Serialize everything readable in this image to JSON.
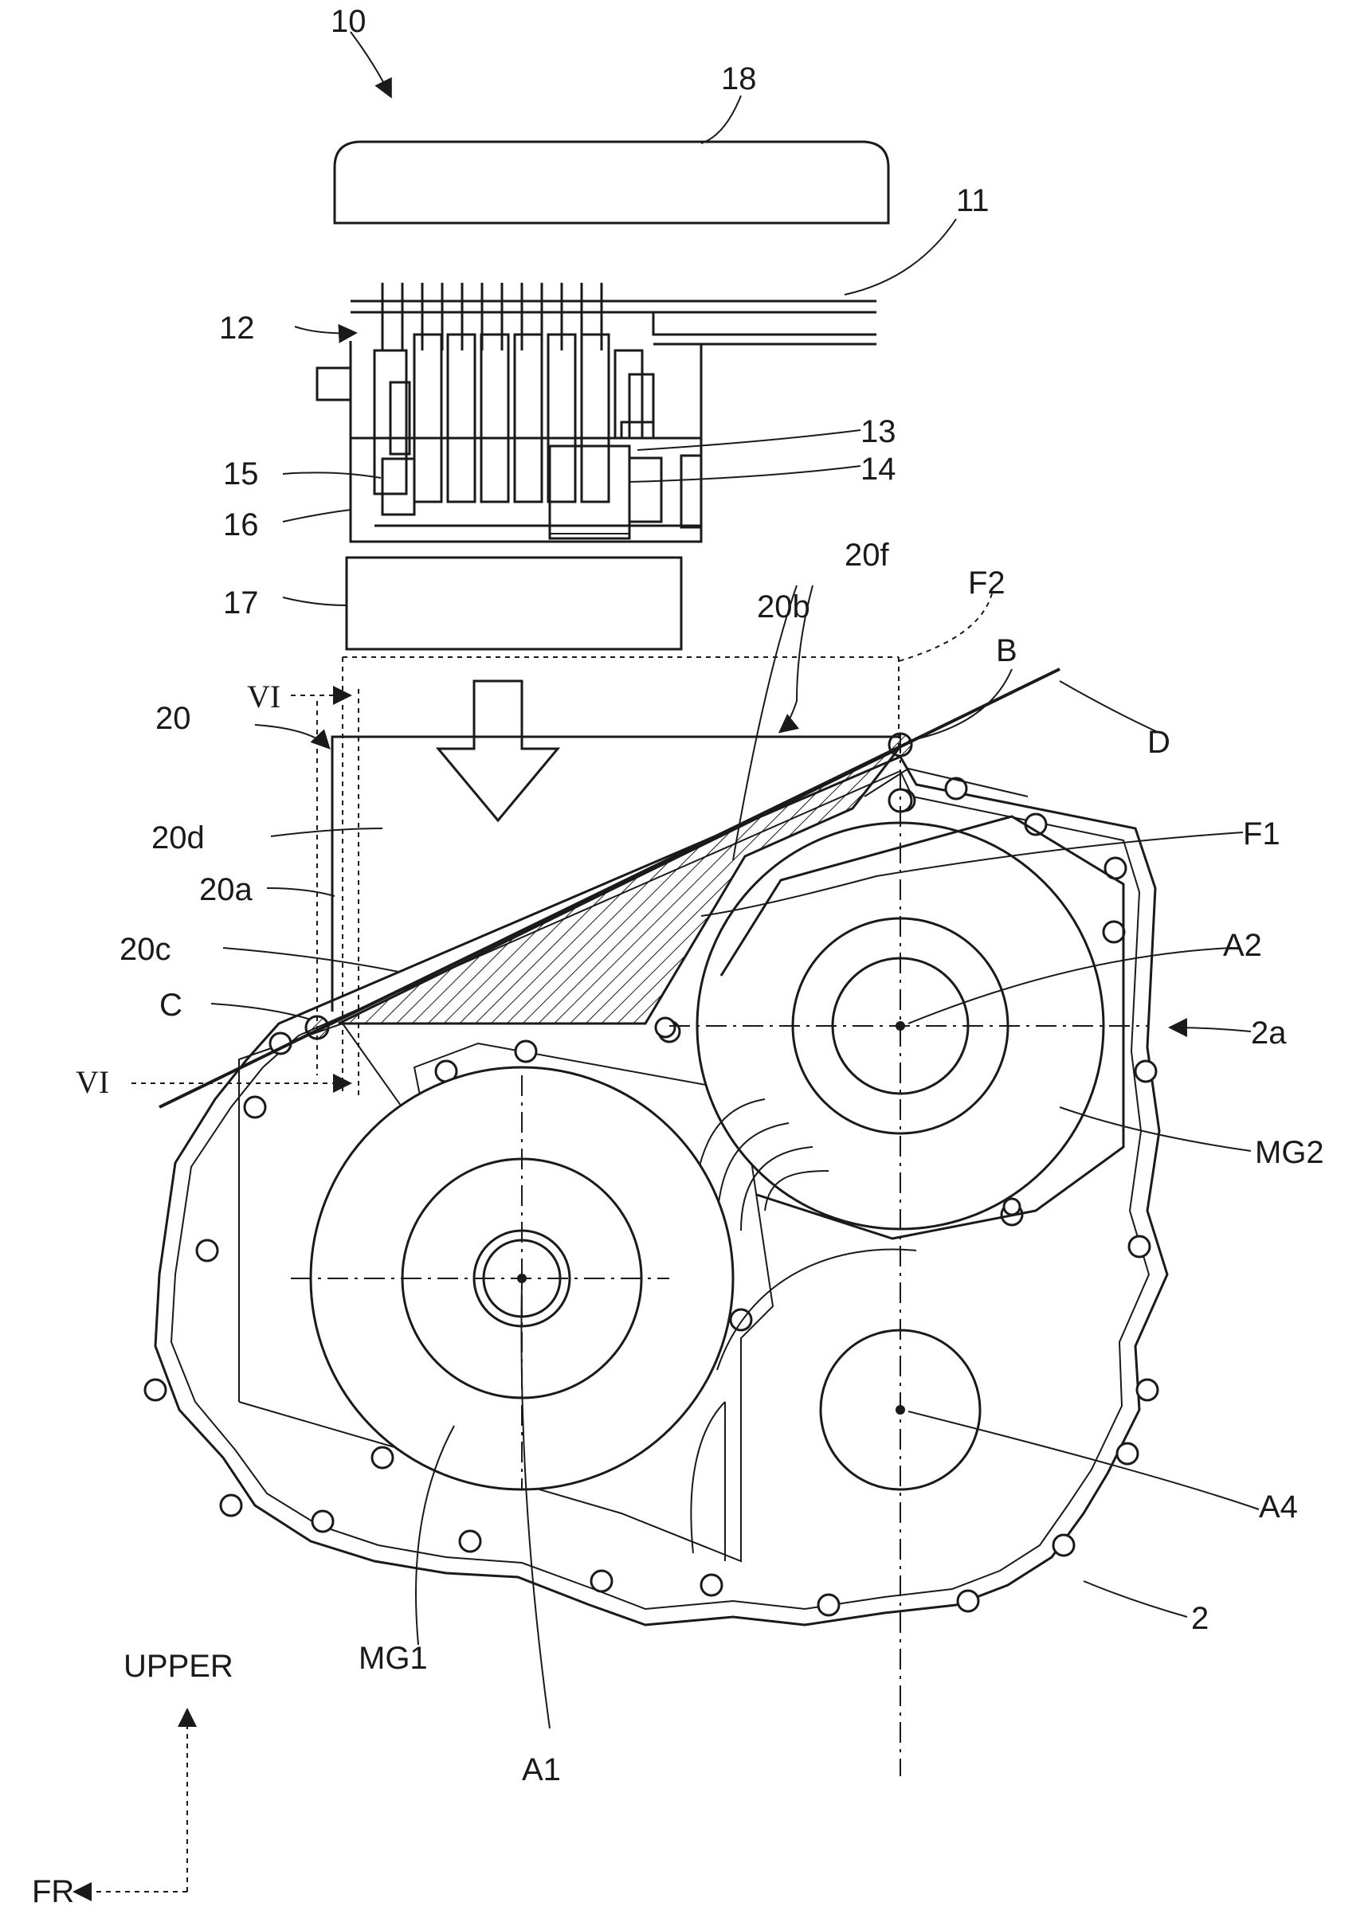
{
  "figure": {
    "labels": {
      "unit": "10",
      "top_cover": "18",
      "bus_bar": "11",
      "module": "12",
      "part_13": "13",
      "part_14": "14",
      "part_15": "15",
      "part_16": "16",
      "base": "17",
      "case": "20",
      "case_side": "20a",
      "case_inner": "20b",
      "case_corner": "20c",
      "case_region": "20d",
      "case_top": "20f",
      "point_b": "B",
      "point_c": "C",
      "line_d": "D",
      "area_f1": "F1",
      "area_f2": "F2",
      "section_top": "VI",
      "section_bottom": "VI",
      "axis_a1": "A1",
      "axis_a2": "A2",
      "axis_a4": "A4",
      "housing_flange": "2a",
      "housing": "2",
      "motor_1": "MG1",
      "motor_2": "MG2"
    },
    "orientation": {
      "up_label": "UPPER",
      "front_label": "FR"
    },
    "colors": {
      "line": "#1a1a1a",
      "background": "#ffffff"
    }
  }
}
